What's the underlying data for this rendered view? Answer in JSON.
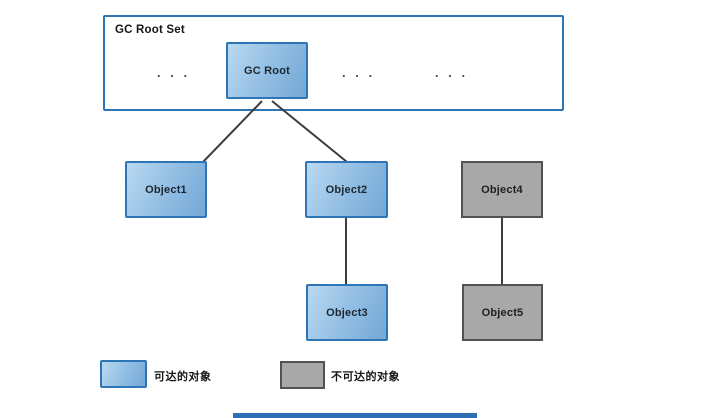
{
  "diagram": {
    "root_set": {
      "label": "GC Root Set",
      "ellipsis": ". . ."
    },
    "gc_root": {
      "label": "GC Root"
    },
    "nodes": [
      {
        "id": "object1",
        "label": "Object1",
        "status": "reachable"
      },
      {
        "id": "object2",
        "label": "Object2",
        "status": "reachable"
      },
      {
        "id": "object3",
        "label": "Object3",
        "status": "reachable"
      },
      {
        "id": "object4",
        "label": "Object4",
        "status": "unreachable"
      },
      {
        "id": "object5",
        "label": "Object5",
        "status": "unreachable"
      }
    ],
    "edges": [
      {
        "from": "gc-root",
        "to": "object1"
      },
      {
        "from": "gc-root",
        "to": "object2"
      },
      {
        "from": "object2",
        "to": "object3"
      },
      {
        "from": "object4",
        "to": "object5"
      }
    ]
  },
  "legend": {
    "items": [
      {
        "label": "可达的对象",
        "status": "reachable"
      },
      {
        "label": "不可达的对象",
        "status": "unreachable"
      }
    ]
  },
  "colors": {
    "reachable_border": "#2e75b6",
    "reachable_fill_light": "#b9d9f0",
    "reachable_fill_mid": "#8fbce2",
    "reachable_fill_dark": "#74a8d6",
    "unreachable_fill": "#a8a8a8",
    "unreachable_border": "#525252",
    "connector_line": "#3d3d3d",
    "container_border": "#2e75b6",
    "label_text": "#1c1c1c",
    "bottom_bar": "#2f6fb6"
  }
}
